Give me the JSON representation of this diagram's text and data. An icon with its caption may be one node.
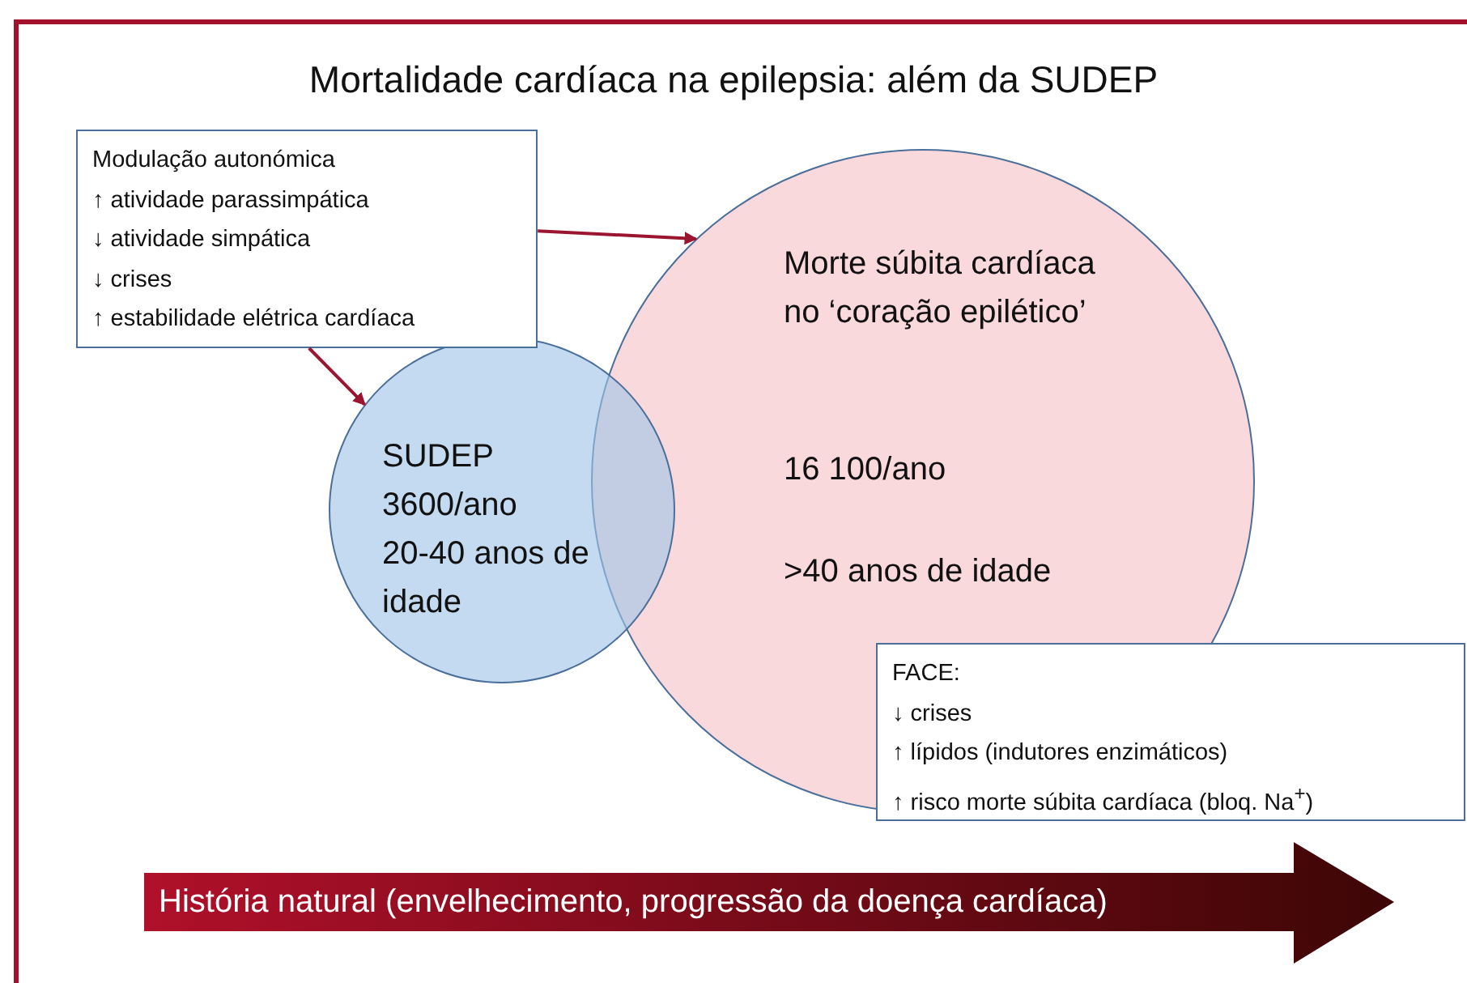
{
  "diagram": {
    "title": "Mortalidade cardíaca na epilepsia: além da SUDEP",
    "nodes": [
      {
        "text": [
          "Modulação autonómica",
          "↑ atividade parassimpática",
          "↓ atividade simpática",
          "↓ crises",
          "↑ estabilidade elétrica cardíaca"
        ]
      },
      {
        "text": [
          "SUDEP",
          "3600/ano",
          "20-40 anos de idade"
        ]
      },
      {
        "text": [
          "Morte súbita cardíaca no ‘coração epilético’",
          "16 100/ano",
          ">40 anos de idade"
        ]
      },
      {
        "text": [
          "FACE:",
          "↓ crises",
          "↑ lípidos (indutores enzimáticos)",
          "↑ risco morte súbita cardíaca (bloq. Na$^{+}$)"
        ]
      },
      {
        "text": [
          "História natural (envelhecimento, progressão da doença cardíaca)"
        ]
      }
    ],
    "edges": [
      {
        "from": 0,
        "to": 2,
        "arrow": "to"
      },
      {
        "from": 0,
        "to": 1,
        "arrow": "to"
      }
    ]
  }
}
